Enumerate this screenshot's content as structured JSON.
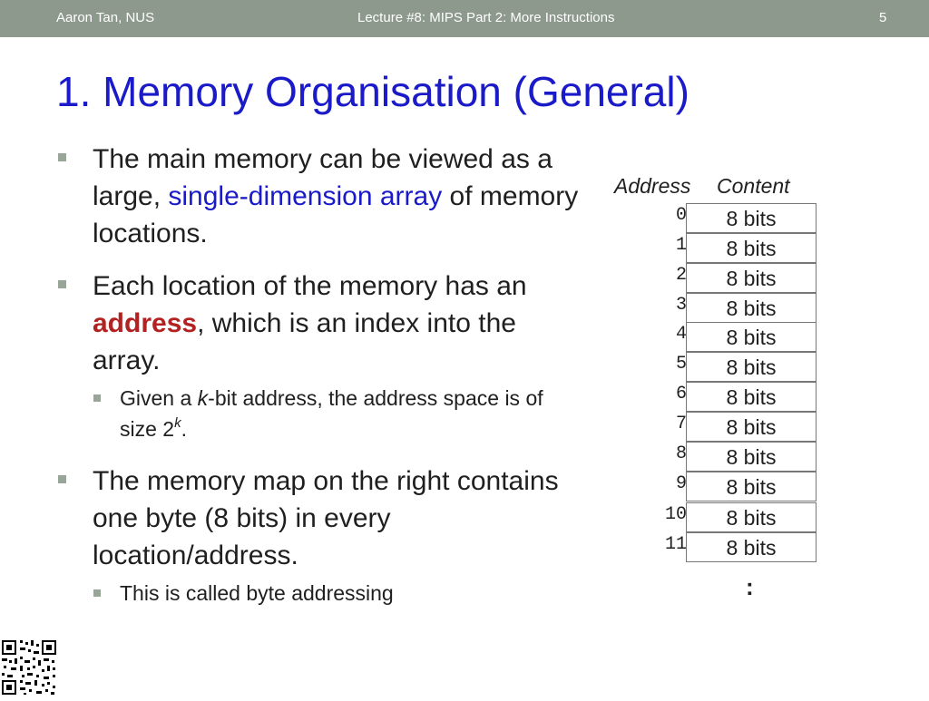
{
  "header": {
    "author": "Aaron Tan, NUS",
    "lecture": "Lecture #8: MIPS Part 2: More Instructions",
    "page_number": "5"
  },
  "title": "1. Memory Organisation (General)",
  "bullets": {
    "b1": {
      "pre": "The main memory can be viewed as a large, ",
      "highlight": "single-dimension array",
      "post": " of memory locations."
    },
    "b2": {
      "pre": "Each location of the memory has an ",
      "highlight": "address",
      "post": ", which is an index into the array."
    },
    "b2_sub": {
      "pre": "Given a ",
      "k": "k",
      "mid": "-bit address, the address space is of size 2",
      "sup": "k",
      "post": "."
    },
    "b3": {
      "text": "The memory map on the right contains one byte (8 bits) in every location/address."
    },
    "b3_sub": {
      "text": "This is called byte addressing"
    }
  },
  "memory_map": {
    "address_header": "Address",
    "content_header": "Content",
    "rows": [
      {
        "address": "0",
        "content": "8 bits"
      },
      {
        "address": "1",
        "content": "8 bits"
      },
      {
        "address": "2",
        "content": "8 bits"
      },
      {
        "address": "3",
        "content": "8 bits"
      },
      {
        "address": "4",
        "content": "8 bits"
      },
      {
        "address": "5",
        "content": "8 bits"
      },
      {
        "address": "6",
        "content": "8 bits"
      },
      {
        "address": "7",
        "content": "8 bits"
      },
      {
        "address": "8",
        "content": "8 bits"
      },
      {
        "address": "9",
        "content": "8 bits"
      },
      {
        "address": "10",
        "content": "8 bits"
      },
      {
        "address": "11",
        "content": "8 bits"
      }
    ],
    "continuation": ":"
  },
  "qr": {
    "icon": "qr-code-icon"
  }
}
